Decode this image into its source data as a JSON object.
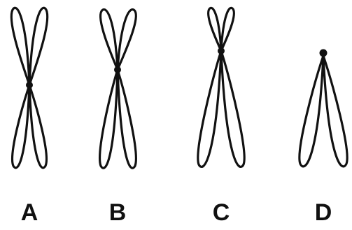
{
  "figure": {
    "chromosomes": [
      {
        "label": "A",
        "type": "metacentric"
      },
      {
        "label": "B",
        "type": "submetacentric"
      },
      {
        "label": "C",
        "type": "acrocentric"
      },
      {
        "label": "D",
        "type": "telocentric"
      }
    ]
  },
  "colors": {
    "stroke": "#111111",
    "background": "#ffffff"
  }
}
